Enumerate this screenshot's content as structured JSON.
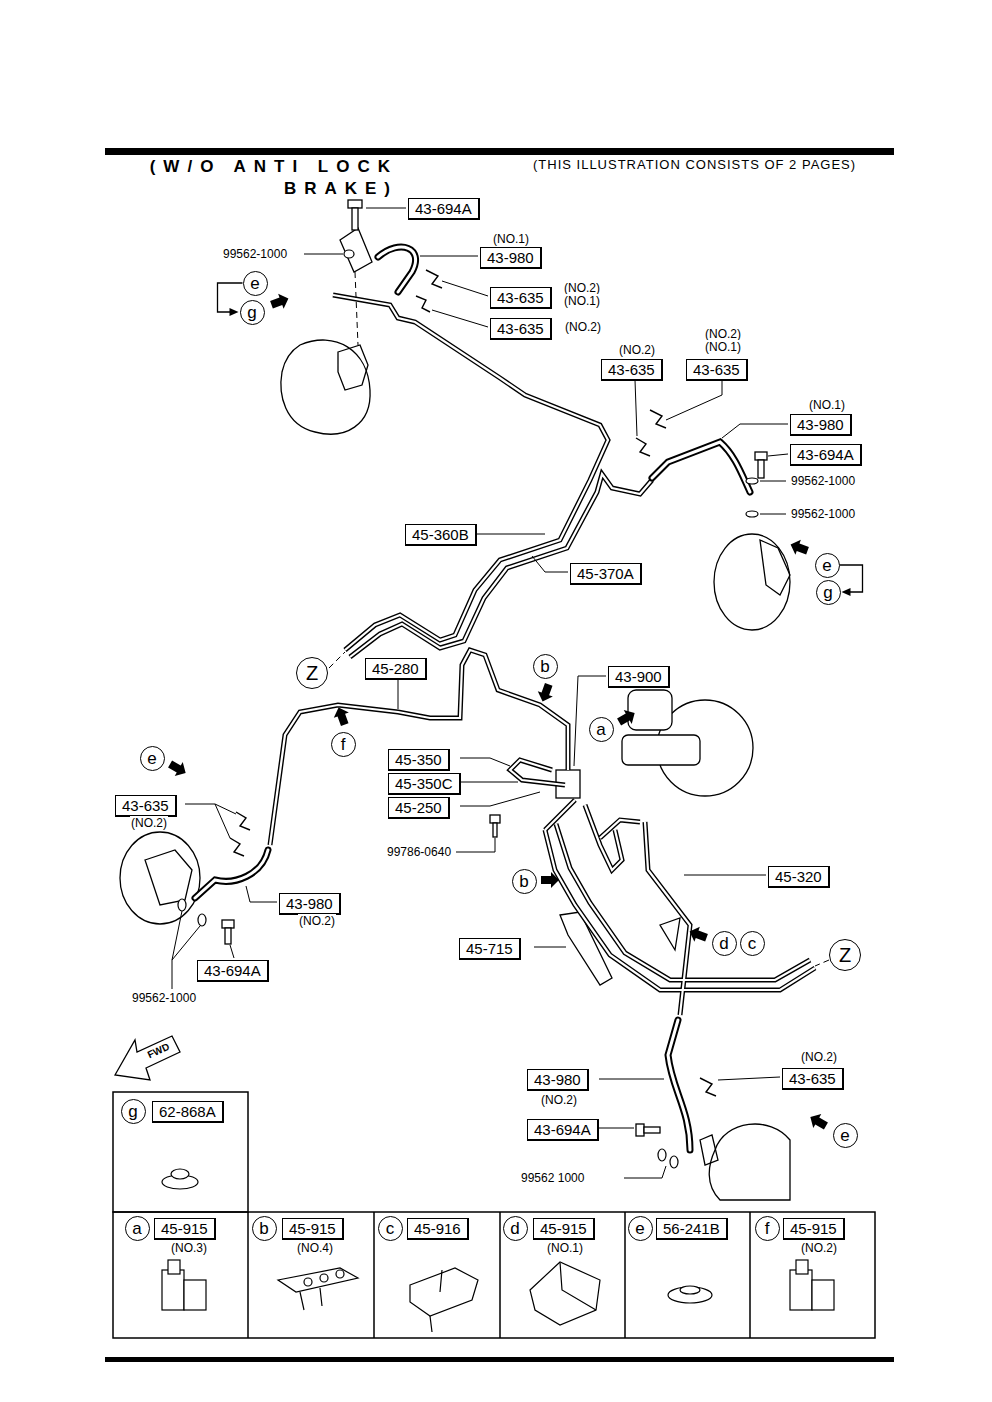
{
  "diagram": {
    "title": "(W/O ANTI LOCK BRAKE)",
    "nodes": [
      {
        "text": [
          "43-694A"
        ]
      },
      {
        "text": [
          "43-980"
        ]
      },
      {
        "text": [
          "e"
        ]
      },
      {
        "text": [
          "g"
        ]
      },
      {
        "text": [
          "43-635"
        ]
      },
      {
        "text": [
          "43-635"
        ]
      },
      {
        "text": [
          "43-635"
        ]
      },
      {
        "text": [
          "43-635"
        ]
      },
      {
        "text": [
          "43-980"
        ]
      },
      {
        "text": [
          "43-694A"
        ]
      },
      {
        "text": [
          "e"
        ]
      },
      {
        "text": [
          "g"
        ]
      },
      {
        "text": [
          "45-360B"
        ]
      },
      {
        "text": [
          "45-370A"
        ]
      },
      {
        "text": [
          "Z"
        ]
      },
      {
        "text": [
          "45-280"
        ]
      },
      {
        "text": [
          "b"
        ]
      },
      {
        "text": [
          "43-900"
        ]
      },
      {
        "text": [
          "a"
        ]
      },
      {
        "text": [
          "f"
        ]
      },
      {
        "text": [
          "45-350"
        ]
      },
      {
        "text": [
          "45-350C"
        ]
      },
      {
        "text": [
          "45-250"
        ]
      },
      {
        "text": [
          "e"
        ]
      },
      {
        "text": [
          "43-635"
        ]
      },
      {
        "text": [
          "b"
        ]
      },
      {
        "text": [
          "45-320"
        ]
      },
      {
        "text": [
          "43-980"
        ]
      },
      {
        "text": [
          "45-715"
        ]
      },
      {
        "text": [
          "d"
        ]
      },
      {
        "text": [
          "c"
        ]
      },
      {
        "text": [
          "Z"
        ]
      },
      {
        "text": [
          "43-694A"
        ]
      },
      {
        "text": [
          "43-980"
        ]
      },
      {
        "text": [
          "43-635"
        ]
      },
      {
        "text": [
          "43-694A"
        ]
      },
      {
        "text": [
          "e"
        ]
      },
      {
        "text": [
          "g"
        ]
      },
      {
        "text": [
          "62-868A"
        ]
      },
      {
        "text": [
          "a"
        ]
      },
      {
        "text": [
          "45-915"
        ]
      },
      {
        "text": [
          "b"
        ]
      },
      {
        "text": [
          "45-915"
        ]
      },
      {
        "text": [
          "c"
        ]
      },
      {
        "text": [
          "45-916"
        ]
      },
      {
        "text": [
          "d"
        ]
      },
      {
        "text": [
          "45-915"
        ]
      },
      {
        "text": [
          "e"
        ]
      },
      {
        "text": [
          "56-241B"
        ]
      },
      {
        "text": [
          "f"
        ]
      },
      {
        "text": [
          "45-915"
        ]
      }
    ],
    "edges": [
      {
        "from": 2,
        "to": 3,
        "arrow": "to"
      },
      {
        "from": 10,
        "to": 11,
        "arrow": "to"
      }
    ],
    "labels": [
      "(THIS ILLUSTRATION CONSISTS OF 2 PAGES)",
      "(NO.1)",
      "99562-1000",
      "(NO.2)",
      "(NO.1)",
      "(NO.2)",
      "(NO.2)",
      "(NO.1)",
      "(NO.2)",
      "(NO.1)",
      "99562-1000",
      "99562-1000",
      "(NO.2)",
      "99786-0640",
      "(NO.2)",
      "99562-1000",
      "FWD",
      "(NO.2)",
      "(NO.2)",
      "99562 1000",
      "(NO.3)",
      "(NO.4)",
      "(NO.1)",
      "(NO.2)"
    ]
  }
}
